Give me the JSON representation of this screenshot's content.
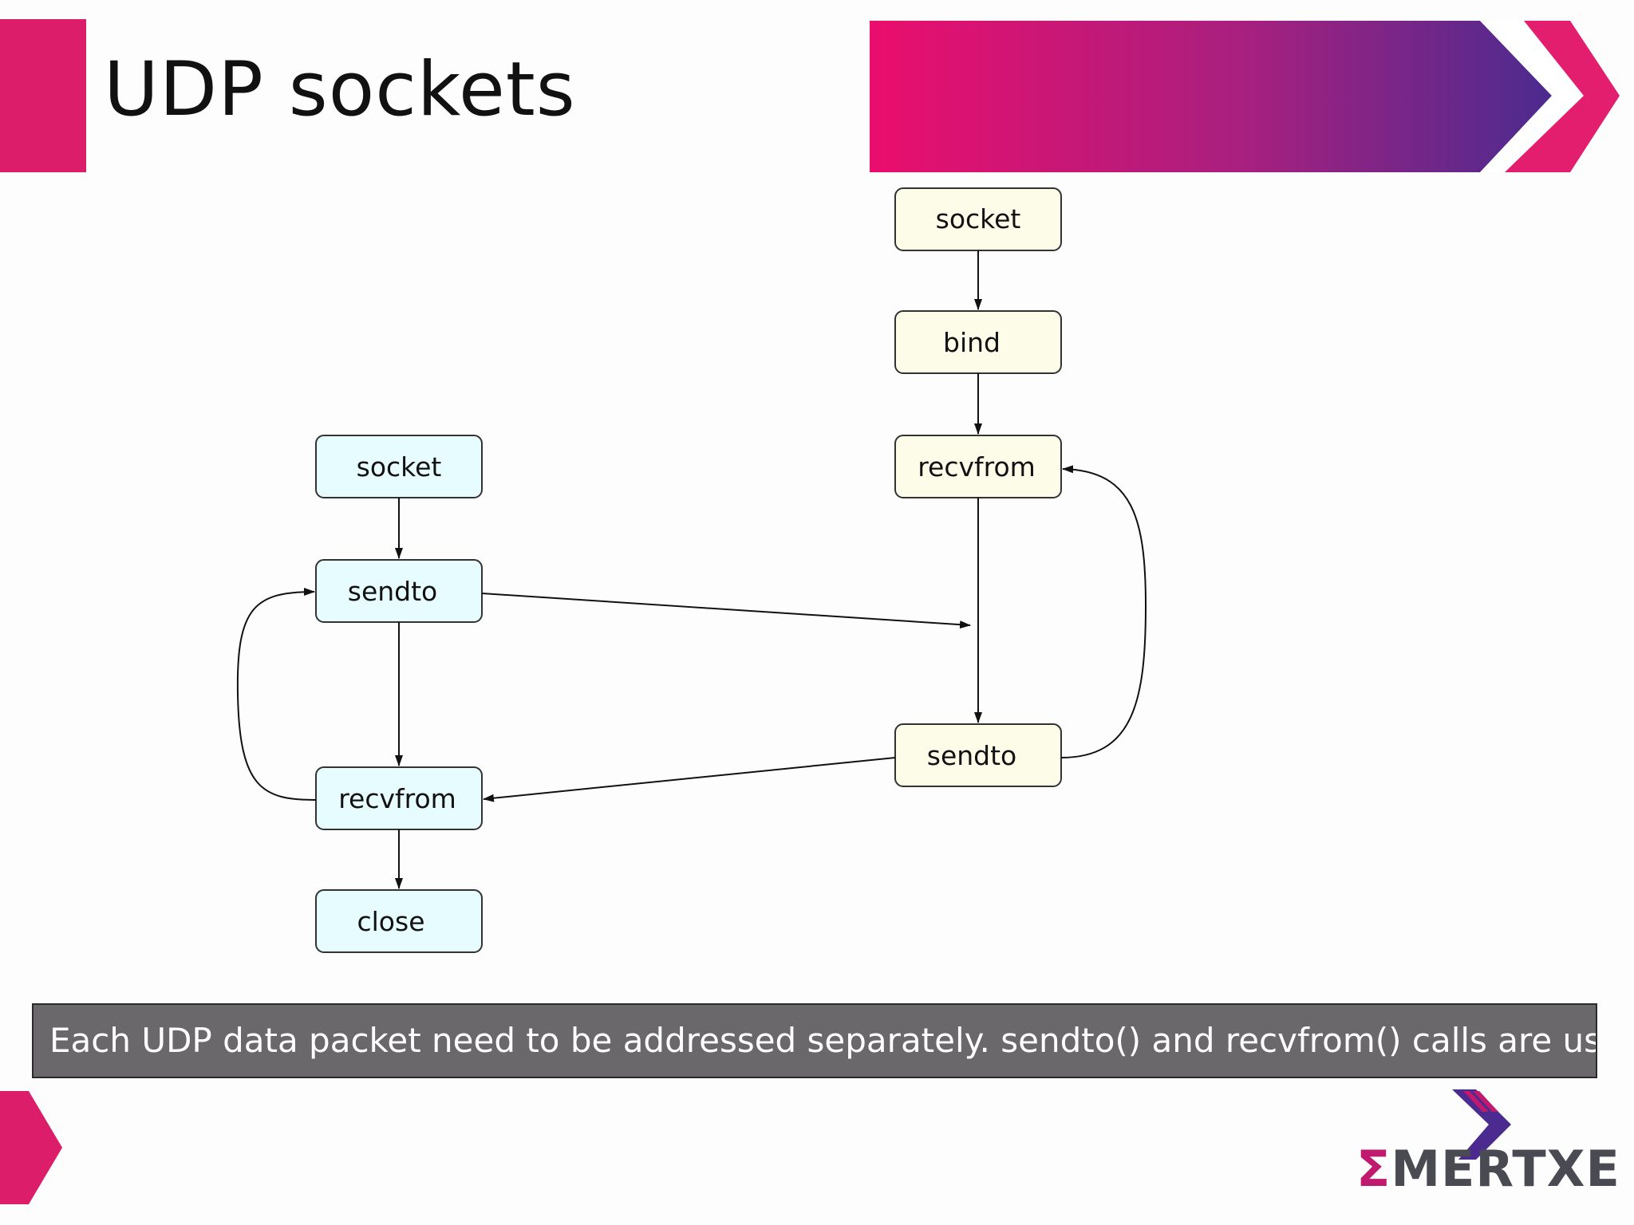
{
  "slide": {
    "title": "UDP sockets",
    "caption": "Each UDP data packet need to be addressed separately. sendto() and recvfrom() calls are used."
  },
  "logo": {
    "sigma": "Σ",
    "rest": "MERTXE"
  },
  "diagram": {
    "client": {
      "fill": "#e6fcfe",
      "nodes": [
        "socket",
        "sendto",
        "recvfrom",
        "close"
      ]
    },
    "server": {
      "fill": "#fdfce8",
      "nodes": [
        "socket",
        "bind",
        "recvfrom",
        "sendto"
      ]
    }
  },
  "colors": {
    "accent": "#dc1e6a",
    "gradient_start": "#ea1a6c",
    "gradient_end": "#4b2b8f",
    "caption_bg": "#6a686b"
  }
}
